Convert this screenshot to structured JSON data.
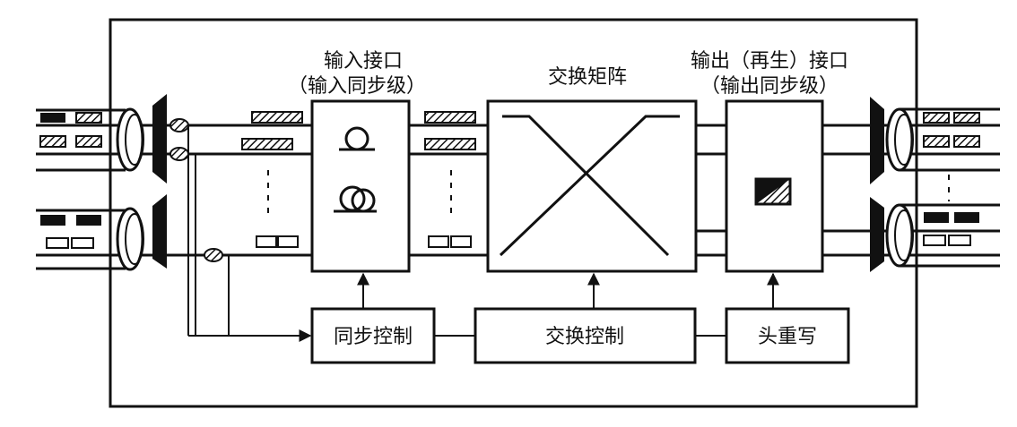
{
  "labels": {
    "input_interface": "输入接口",
    "input_sync_level": "（输入同步级）",
    "switch_matrix": "交换矩阵",
    "output_interface": "输出（再生）接口",
    "output_sync_level": "（输出同步级）",
    "sync_control": "同步控制",
    "switch_control": "交换控制",
    "header_rewrite": "头重写"
  }
}
